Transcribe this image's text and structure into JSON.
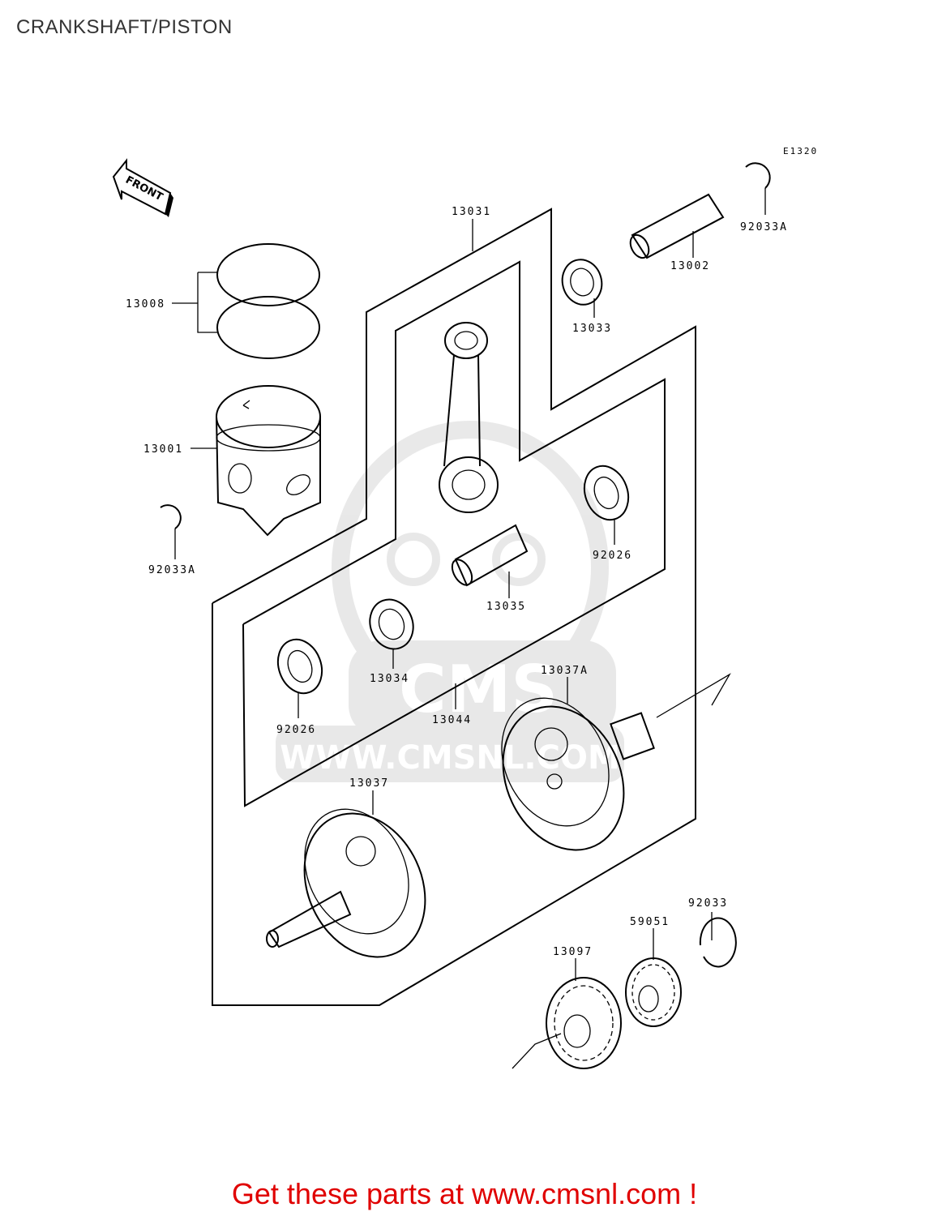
{
  "page": {
    "title": "CRANKSHAFT/PISTON",
    "footer_link": "Get these parts at www.cmsnl.com !"
  },
  "diagram": {
    "code": "E1320",
    "front_marker": "FRONT",
    "watermark_text": "WWW.CMSNL.COM",
    "watermark_logo": "CMS",
    "parts": [
      {
        "id": "13031",
        "label": "13031",
        "name": "crankshaft-assembly"
      },
      {
        "id": "13002",
        "label": "13002",
        "name": "piston-pin"
      },
      {
        "id": "92033A_top",
        "label": "92033A",
        "name": "piston-pin-circlip"
      },
      {
        "id": "13033",
        "label": "13033",
        "name": "small-end-bearing"
      },
      {
        "id": "13008",
        "label": "13008",
        "name": "piston-rings"
      },
      {
        "id": "13001",
        "label": "13001",
        "name": "piston"
      },
      {
        "id": "92033A_left",
        "label": "92033A",
        "name": "piston-pin-circlip"
      },
      {
        "id": "13044",
        "label": "13044",
        "name": "connecting-rod"
      },
      {
        "id": "92026_right",
        "label": "92026",
        "name": "thrust-washer"
      },
      {
        "id": "13035",
        "label": "13035",
        "name": "crankpin"
      },
      {
        "id": "13034",
        "label": "13034",
        "name": "big-end-bearing"
      },
      {
        "id": "92026_left",
        "label": "92026",
        "name": "thrust-washer"
      },
      {
        "id": "13037A",
        "label": "13037A",
        "name": "flywheel-right"
      },
      {
        "id": "13037",
        "label": "13037",
        "name": "flywheel-left"
      },
      {
        "id": "92033",
        "label": "92033",
        "name": "circlip"
      },
      {
        "id": "59051",
        "label": "59051",
        "name": "gear"
      },
      {
        "id": "13097",
        "label": "13097",
        "name": "primary-gear"
      }
    ]
  },
  "colors": {
    "line": "#000000",
    "footer": "#e00000",
    "watermark": "#555555"
  }
}
